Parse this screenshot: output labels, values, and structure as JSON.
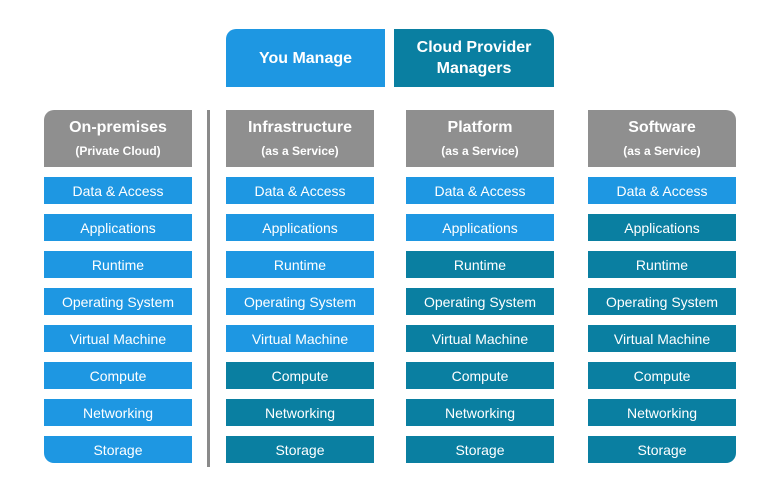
{
  "legend": {
    "you_manage": "You Manage",
    "cloud_provider": "Cloud Provider Managers",
    "colors": {
      "you_manage": "#1e97e2",
      "cloud_provider": "#0a7fa1",
      "header": "#8f8f8f"
    }
  },
  "columns": [
    {
      "title": "On-premises",
      "subtitle": "(Private Cloud)",
      "layers": [
        {
          "label": "Data & Access",
          "managed_by": "you"
        },
        {
          "label": "Applications",
          "managed_by": "you"
        },
        {
          "label": "Runtime",
          "managed_by": "you"
        },
        {
          "label": "Operating System",
          "managed_by": "you"
        },
        {
          "label": "Virtual Machine",
          "managed_by": "you"
        },
        {
          "label": "Compute",
          "managed_by": "you"
        },
        {
          "label": "Networking",
          "managed_by": "you"
        },
        {
          "label": "Storage",
          "managed_by": "you"
        }
      ]
    },
    {
      "title": "Infrastructure",
      "subtitle": "(as a Service)",
      "layers": [
        {
          "label": "Data & Access",
          "managed_by": "you"
        },
        {
          "label": "Applications",
          "managed_by": "you"
        },
        {
          "label": "Runtime",
          "managed_by": "you"
        },
        {
          "label": "Operating System",
          "managed_by": "you"
        },
        {
          "label": "Virtual Machine",
          "managed_by": "you"
        },
        {
          "label": "Compute",
          "managed_by": "cloud"
        },
        {
          "label": "Networking",
          "managed_by": "cloud"
        },
        {
          "label": "Storage",
          "managed_by": "cloud"
        }
      ]
    },
    {
      "title": "Platform",
      "subtitle": "(as a Service)",
      "layers": [
        {
          "label": "Data & Access",
          "managed_by": "you"
        },
        {
          "label": "Applications",
          "managed_by": "you"
        },
        {
          "label": "Runtime",
          "managed_by": "cloud"
        },
        {
          "label": "Operating System",
          "managed_by": "cloud"
        },
        {
          "label": "Virtual Machine",
          "managed_by": "cloud"
        },
        {
          "label": "Compute",
          "managed_by": "cloud"
        },
        {
          "label": "Networking",
          "managed_by": "cloud"
        },
        {
          "label": "Storage",
          "managed_by": "cloud"
        }
      ]
    },
    {
      "title": "Software",
      "subtitle": "(as a Service)",
      "layers": [
        {
          "label": "Data & Access",
          "managed_by": "you"
        },
        {
          "label": "Applications",
          "managed_by": "cloud"
        },
        {
          "label": "Runtime",
          "managed_by": "cloud"
        },
        {
          "label": "Operating System",
          "managed_by": "cloud"
        },
        {
          "label": "Virtual Machine",
          "managed_by": "cloud"
        },
        {
          "label": "Compute",
          "managed_by": "cloud"
        },
        {
          "label": "Networking",
          "managed_by": "cloud"
        },
        {
          "label": "Storage",
          "managed_by": "cloud"
        }
      ]
    }
  ]
}
